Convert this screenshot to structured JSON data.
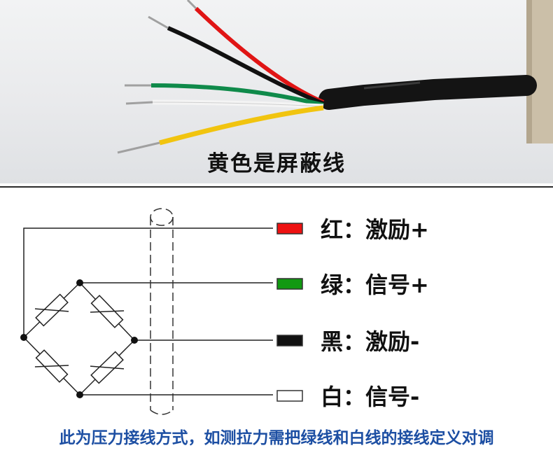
{
  "photo": {
    "caption": "黄色是屏蔽线"
  },
  "legend": [
    {
      "color_name": "红",
      "function": "激励+",
      "wire_color": "#ee1111"
    },
    {
      "color_name": "绿",
      "function": "信号+",
      "wire_color": "#119911"
    },
    {
      "color_name": "黑",
      "function": "激励-",
      "wire_color": "#111111"
    },
    {
      "color_name": "白",
      "function": "信号-",
      "wire_color": "#ffffff"
    }
  ],
  "separator": "：",
  "note": "此为压力接线方式，如测拉力需把绿线和白线的接线定义对调",
  "colors": {
    "note_text": "#1d4fa3",
    "shield_dash": "#333333",
    "cable_jacket": "#141414"
  }
}
